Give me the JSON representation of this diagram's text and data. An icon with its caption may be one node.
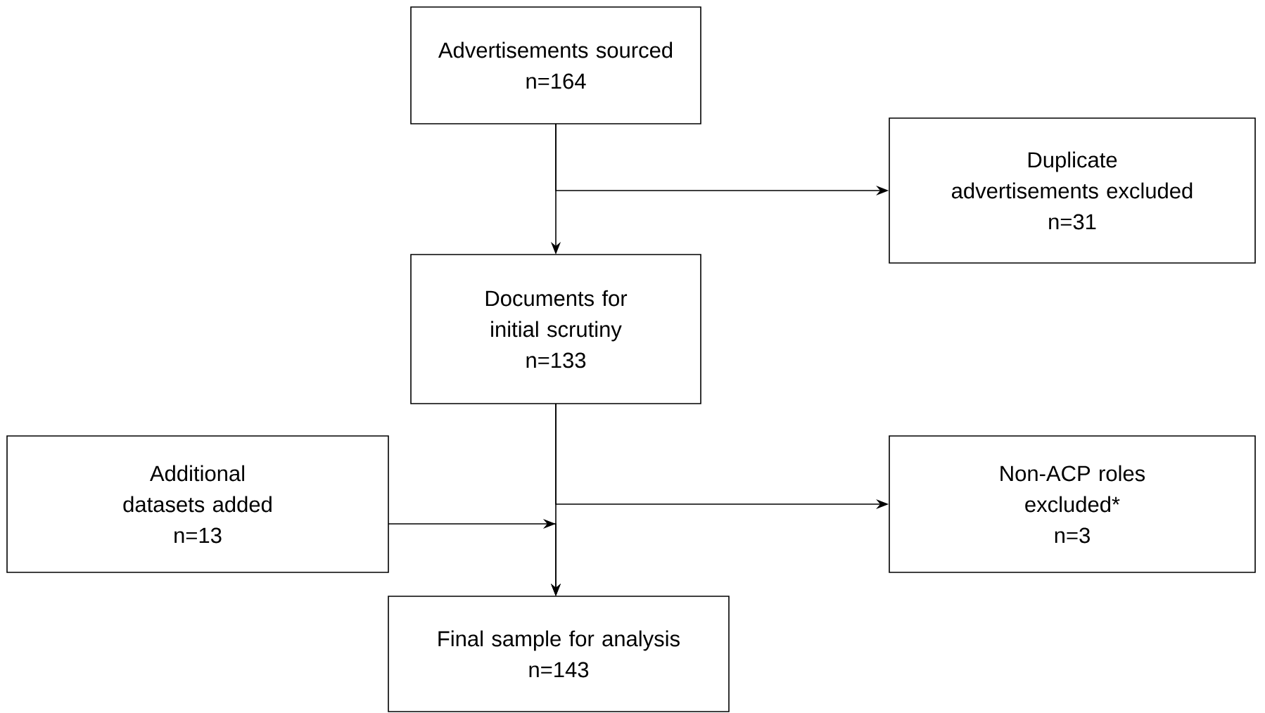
{
  "diagram": {
    "nodes": [
      {
        "text": [
          "Advertisements sourced",
          "n=164"
        ]
      },
      {
        "text": [
          "Duplicate advertisements excluded",
          "n=31"
        ]
      },
      {
        "text": [
          "Documents for initial scrutiny",
          "n=133"
        ]
      },
      {
        "text": [
          "Additional datasets added",
          "n=13"
        ]
      },
      {
        "text": [
          "Non-ACP roles excluded*",
          "n=3"
        ]
      },
      {
        "text": [
          "Final sample for analysis",
          "n=143"
        ]
      }
    ],
    "edges": [
      {
        "from": 0,
        "to": 2,
        "arrow": "to"
      },
      {
        "from": 0,
        "to": 1,
        "arrow": "to"
      },
      {
        "from": 2,
        "to": 5,
        "arrow": "to"
      },
      {
        "from": 2,
        "to": 4,
        "arrow": "to"
      },
      {
        "from": 3,
        "to": 5,
        "arrow": "to"
      }
    ]
  }
}
